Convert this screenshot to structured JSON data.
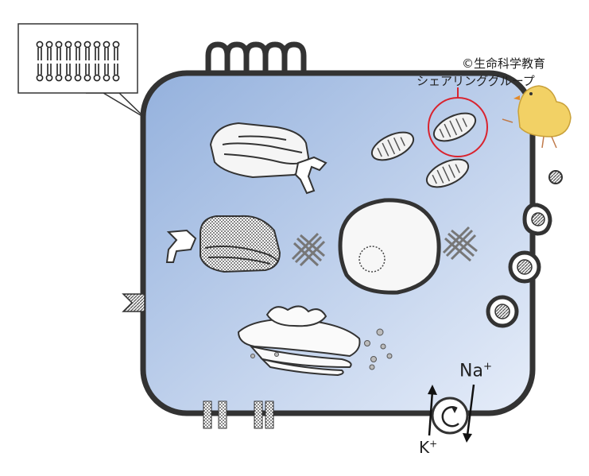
{
  "credit": {
    "line1": "©生命科学教育",
    "line2": "シェアリンググループ"
  },
  "ions": {
    "sodium": {
      "symbol": "Na",
      "charge": "+"
    },
    "potassium": {
      "symbol": "K",
      "charge": "+"
    }
  },
  "colors": {
    "cytoplasm_from": "#94B1DD",
    "cytoplasm_to": "#E3EBF8",
    "outline": "#333333",
    "highlight": "#D9232E"
  }
}
